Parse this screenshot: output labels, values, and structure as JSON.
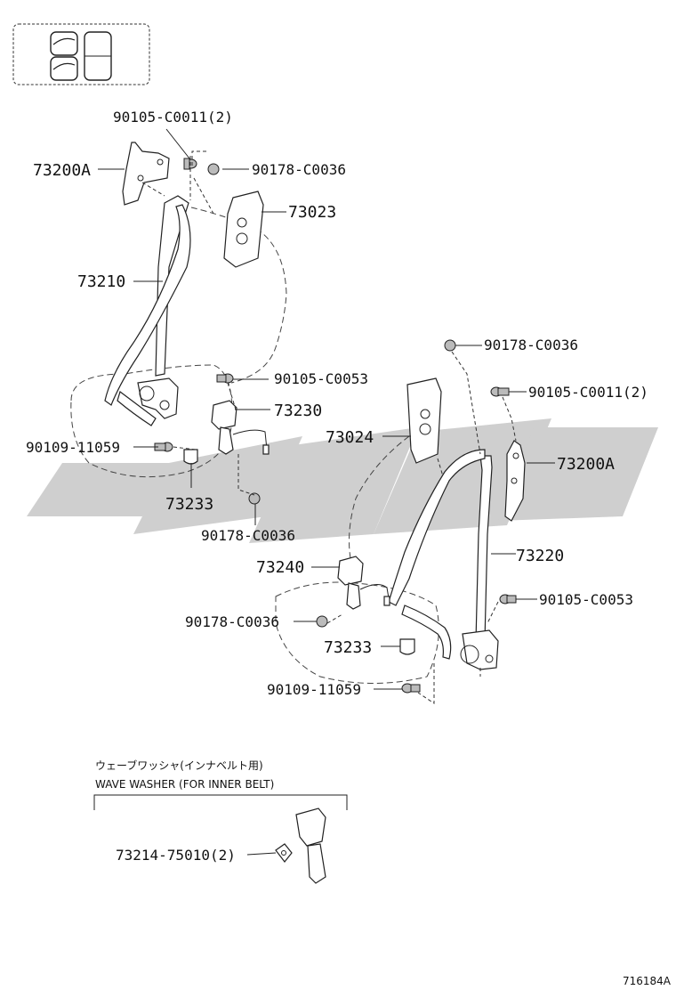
{
  "diagram": {
    "labels": {
      "bracket_upper_left": "73200A",
      "bolt_top_left": "90105-C0011(2)",
      "nut_top_left": "90178-C0036",
      "cover_left": "73023",
      "belt_left": "73210",
      "bolt_mid_left": "90105-C0053",
      "buckle_left": "73230",
      "bolt_bottom_left": "90109-11059",
      "cover_small_left": "73233",
      "nut_bottom_left": "90178-C0036",
      "nut_top_right": "90178-C0036",
      "bolt_top_right": "90105-C0011(2)",
      "cover_right": "73024",
      "bracket_upper_right": "73200A",
      "belt_right": "73220",
      "buckle_right": "73240",
      "bolt_mid_right": "90105-C0053",
      "nut_mid_right": "90178-C0036",
      "cover_small_right": "73233",
      "bolt_bottom_right": "90109-11059"
    },
    "inset": {
      "title_jp": "ウェーブワッシャ(インナベルト用)",
      "title_en": "WAVE WASHER (FOR INNER BELT)",
      "part_label": "73214-75010(2)"
    },
    "figure_id": "716184A"
  }
}
